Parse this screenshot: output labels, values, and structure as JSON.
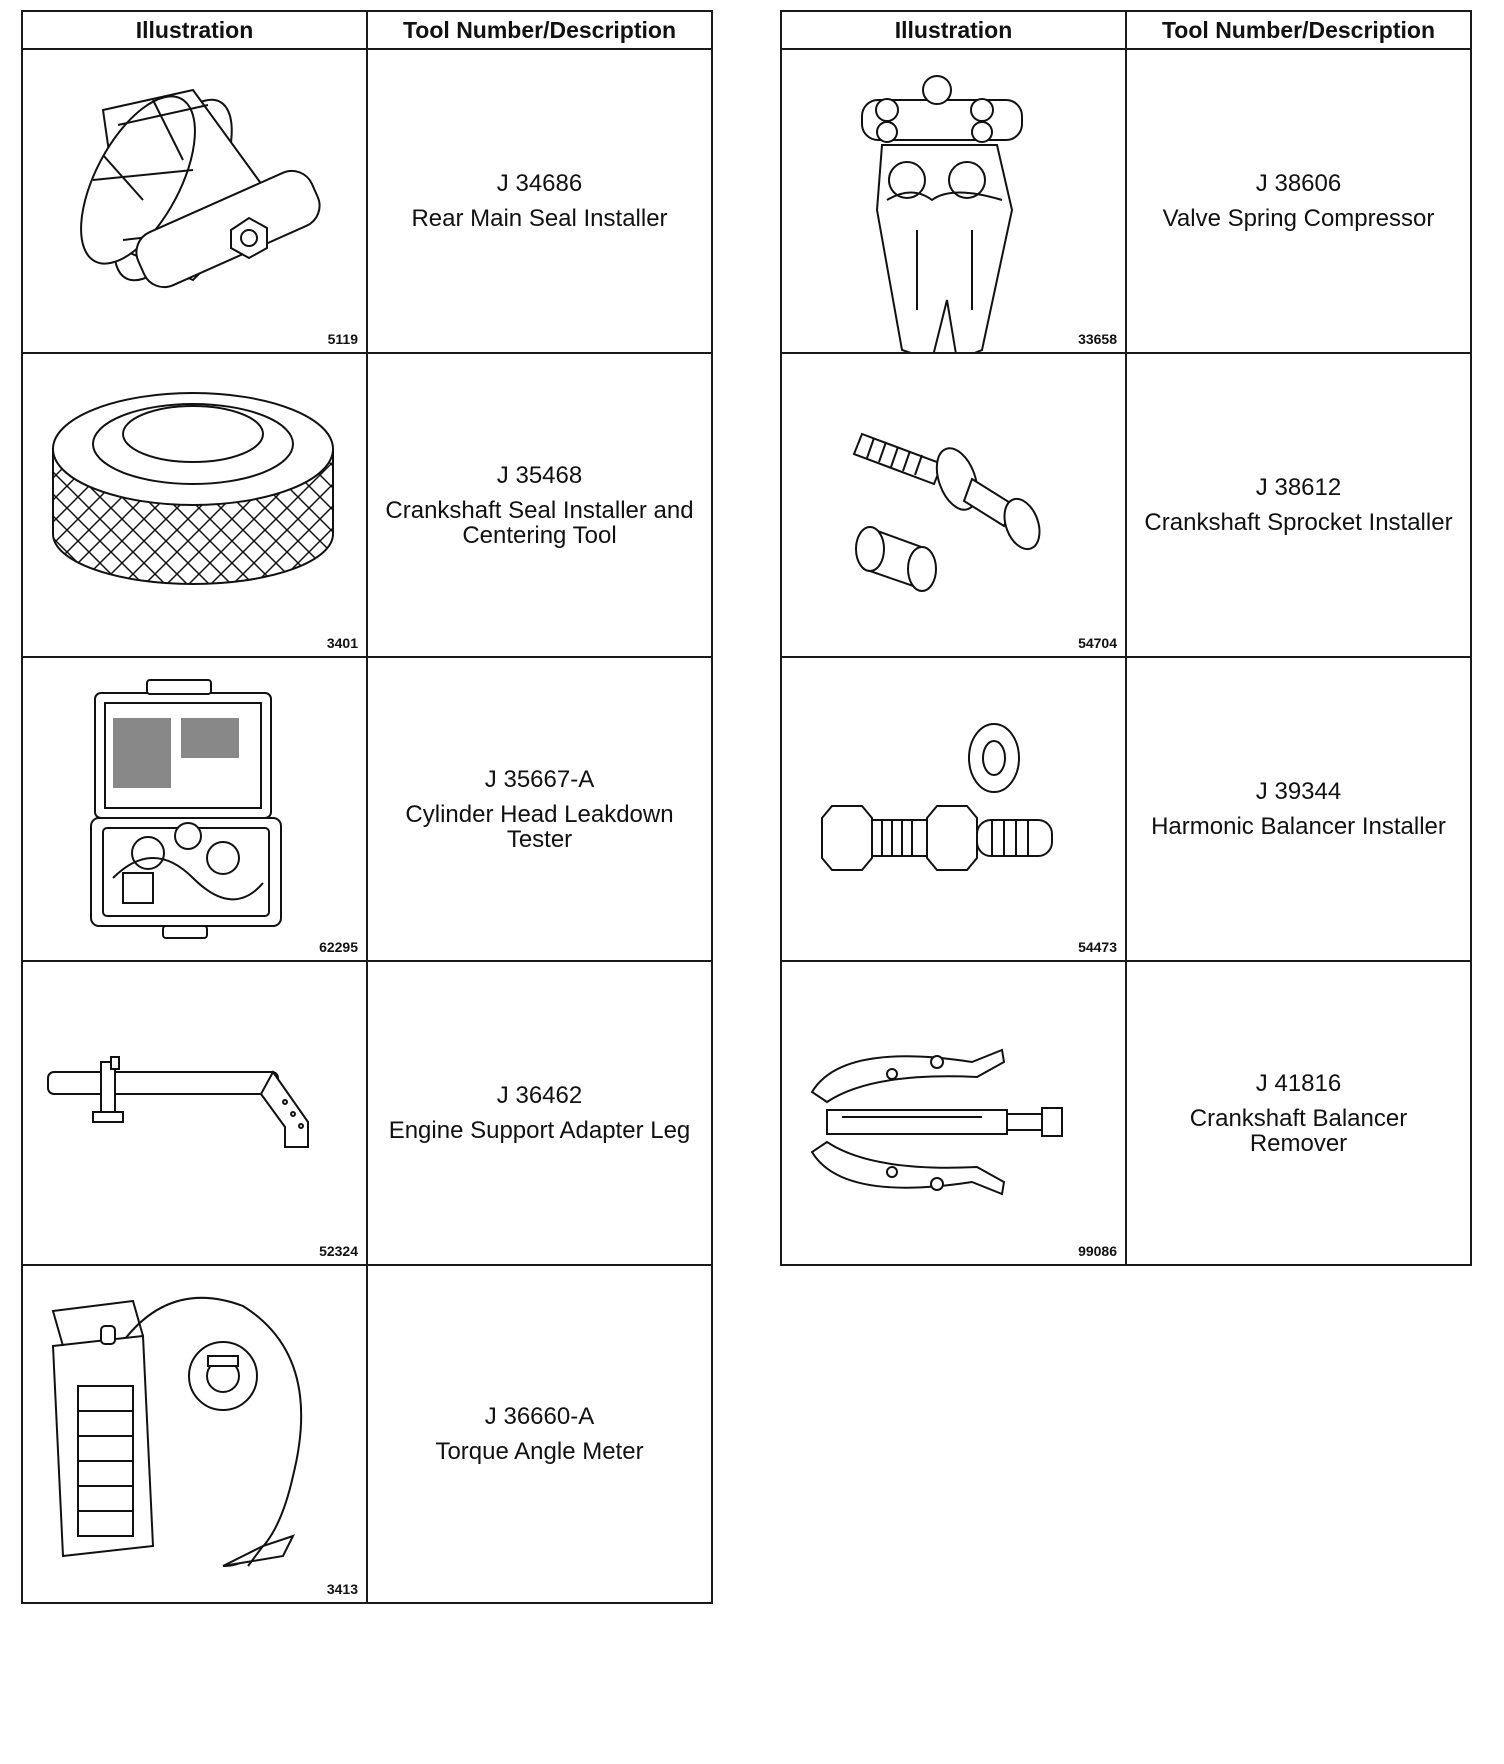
{
  "headers": {
    "illustration": "Illustration",
    "tool": "Tool Number/Description"
  },
  "left_tools": [
    {
      "number": "J 34686",
      "name": "Rear Main Seal Installer",
      "fig": "5119",
      "icon": "rear-main-seal-installer-icon"
    },
    {
      "number": "J 35468",
      "name": "Crankshaft Seal Installer and Centering Tool",
      "fig": "3401",
      "icon": "crankshaft-seal-installer-icon"
    },
    {
      "number": "J 35667-A",
      "name": "Cylinder Head Leakdown Tester",
      "fig": "62295",
      "icon": "leakdown-tester-case-icon"
    },
    {
      "number": "J 36462",
      "name": "Engine Support Adapter Leg",
      "fig": "52324",
      "icon": "adapter-leg-icon"
    },
    {
      "number": "J 36660-A",
      "name": "Torque Angle Meter",
      "fig": "3413",
      "icon": "torque-angle-meter-icon"
    }
  ],
  "right_tools": [
    {
      "number": "J 38606",
      "name": "Valve Spring Compressor",
      "fig": "33658",
      "icon": "valve-spring-compressor-icon"
    },
    {
      "number": "J 38612",
      "name": "Crankshaft Sprocket Installer",
      "fig": "54704",
      "icon": "sprocket-installer-icon"
    },
    {
      "number": "J 39344",
      "name": "Harmonic Balancer Installer",
      "fig": "54473",
      "icon": "harmonic-balancer-installer-icon"
    },
    {
      "number": "J 41816",
      "name": "Crankshaft Balancer Remover",
      "fig": "99086",
      "icon": "balancer-remover-icon"
    }
  ]
}
